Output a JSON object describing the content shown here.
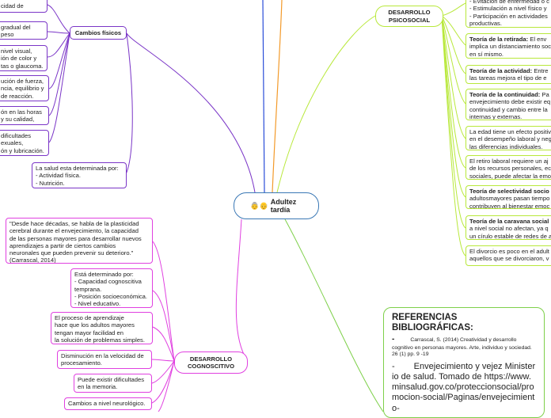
{
  "center": {
    "emoji": "👵👴",
    "title": "Adultez tardía"
  },
  "cambios_fisicos": {
    "label": "Cambios físicos",
    "items": [
      "cidad de reserva",
      "gradual del peso\n cerebro.",
      " nivel visual,\nión de color y\ntas o glaucoma.",
      "ución de fuerza,\nncia, equilibrio y\n de reacción.",
      "ón en las horas\n y su calidad,",
      " dificultades\nexuales,\nón y lubricación."
    ],
    "salud": "La salud esta determinada por:\n- Actividad física.\n- Nutrición."
  },
  "psicosocial": {
    "label": "DESARROLLO\nPSICOSOCIAL",
    "first": "- Evitación de enfermedad o c\n- Estimulación a nivel físico y\n- Participación en actividades\nproductivas.",
    "items": [
      {
        "bold": "Teoría de la retirada:",
        "text": " El env\nimplica un distanciamiento soc\nen sí mismo."
      },
      {
        "bold": "Teoría de la actividad:",
        "text": " Entre\nlas tareas mejora el tipo de e"
      },
      {
        "bold": "Teoría de la continuidad:",
        "text": " Pa\nenvejecimiento debe existir eq\ncontinuidad y cambio entre la\ninternas y externas."
      },
      {
        "bold": "",
        "text": "La edad tiene un efecto positiv\nen el desempeño laboral y neg\nlas diferencias individuales."
      },
      {
        "bold": "",
        "text": "El retiro laboral requiere un aj\nde los recursos personales, ec\nsociales, puede afectar la emo"
      },
      {
        "bold": "Teoría de selectividad socio",
        "text": "\nadultosmayores pasan tiempo\ncontribuyen al bienestar emoc"
      },
      {
        "bold": "Teoría de la caravana social",
        "text": "\na nivel social no afectan, ya q\nun círulo estable de redes de a"
      },
      {
        "bold": "",
        "text": "El divorcio es poco en el adult\naquellos que se divorciaron, v"
      }
    ]
  },
  "cognoscitivo": {
    "label": "DESARROLLO\nCOGNOSCITIVO",
    "items": [
      "\"Desde hace décadas, se habla de la plasticidad\ncerebral durante el envejecimiento, la capacidad\nde las personas mayores para desarrollar nuevos\naprendizajes a partir de ciertos cambios\nneuronales que pueden prevenir su deterioro.\"\n(Carrascal, 2014)",
      "Está determinado por:\n- Capacidad cognoscitiva\ntemprana.\n- Posición socioeconómica.\n- Nivel educativo.",
      "El proceso de aprendizaje\nhace que los adultos mayores\ntengan mayor facilidad en\nla solución de problemas simples.",
      "Disminución en la velocidad de\nprocesamiento.",
      "Puede existir dificultades\nen la memoria.",
      "Cambios a nivel neurológico."
    ]
  },
  "refs": {
    "heading": "REFERENCIAS BIBLIOGRÁFICAS:",
    "r1_dash": "-",
    "r1": "Carrascal, S. (2014) Creatividad y desarrollo cognitivo en personas mayores. Arte, individuo y sociedad. 26 (1) pp. 9 -19",
    "r2_dash": "-",
    "r2": "Envejecimiento y vejez Ministerio de salud. Tomado de https://www.minsalud.gov.co/proteccionsocial/promocion-social/Paginas/envejecimiento-"
  },
  "colors": {
    "purple": "#7a35c7",
    "magenta": "#e040e0",
    "lime": "#b8e83a",
    "green": "#7ed04a",
    "blue": "#2a4dd8",
    "orange": "#f39a2a",
    "navy": "#3a78b5"
  }
}
